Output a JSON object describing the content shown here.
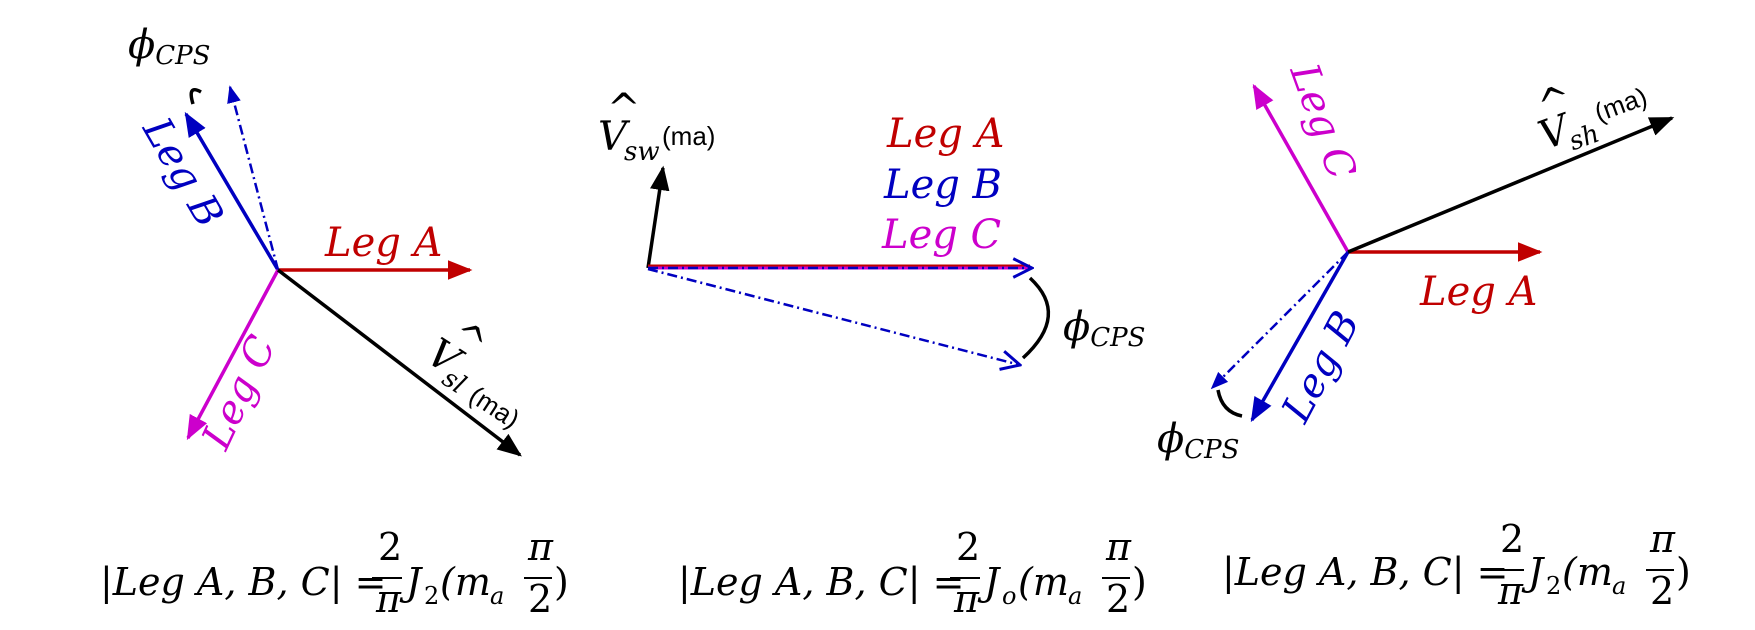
{
  "colors": {
    "leg_a": "#c00000",
    "leg_b": "#0000c0",
    "leg_c": "#cc00cc",
    "resultant": "#000000",
    "shifted": "#0000c0"
  },
  "left": {
    "leg_a": "Leg A",
    "leg_b": "Leg B",
    "leg_c": "Leg C",
    "phi": "ϕ",
    "phi_sub": "CPS",
    "v_base": "V",
    "v_sub": "sl",
    "v_arg": "(ma)"
  },
  "middle": {
    "leg_a": "Leg A",
    "leg_b": "Leg B",
    "leg_c": "Leg C",
    "phi": "ϕ",
    "phi_sub": "CPS",
    "v_base": "V",
    "v_sub": "sw",
    "v_arg": "(ma)"
  },
  "right": {
    "leg_a": "Leg A",
    "leg_b": "Leg B",
    "leg_c": "Leg C",
    "phi": "ϕ",
    "phi_sub": "CPS",
    "v_base": "V",
    "v_sub": "sh",
    "v_arg": "(ma)"
  },
  "formulas": [
    {
      "lhs": "|Leg A, B, C| =",
      "num": "2",
      "den": "π",
      "bessel": "J",
      "order": "2",
      "arg_open": "(m",
      "arg_sub": "a",
      "frac_num": "π",
      "frac_den": "2",
      "arg_close": ")"
    },
    {
      "lhs": "|Leg A, B, C| =",
      "num": "2",
      "den": "π",
      "bessel": "J",
      "order": "o",
      "arg_open": "(m",
      "arg_sub": "a",
      "frac_num": "π",
      "frac_den": "2",
      "arg_close": ")"
    },
    {
      "lhs": "|Leg A, B, C| =",
      "num": "2",
      "den": "π",
      "bessel": "J",
      "order": "2",
      "arg_open": "(m",
      "arg_sub": "a",
      "frac_num": "π",
      "frac_den": "2",
      "arg_close": ")"
    }
  ]
}
